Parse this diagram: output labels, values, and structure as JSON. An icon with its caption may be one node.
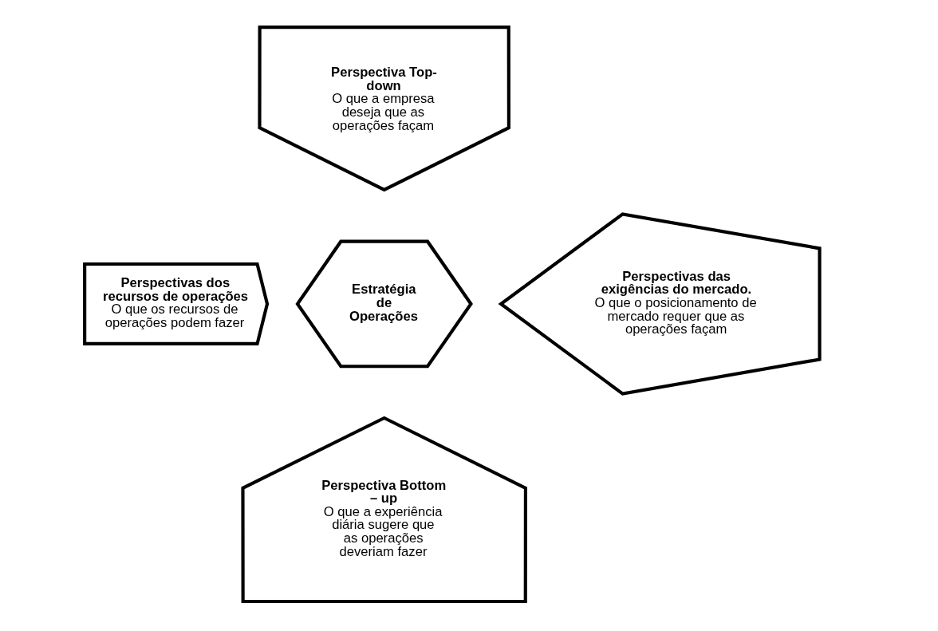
{
  "diagram": {
    "nodes": [
      {
        "text": [
          "Perspectiva Top-down",
          "O que a empresa deseja que as operações façam"
        ]
      },
      {
        "text": [
          "Perspectivas dos recursos de operações",
          "O que os recursos de operações podem fazer"
        ]
      },
      {
        "text": [
          "Estratégia de Operações"
        ]
      },
      {
        "text": [
          "Perspectivas das exigências do mercado.",
          "O que o posicionamento de mercado requer que as operações façam"
        ]
      },
      {
        "text": [
          "Perspectiva Bottom – up",
          "O que a experiência diária sugere que as operações deveriam fazer"
        ]
      }
    ],
    "edges": []
  }
}
